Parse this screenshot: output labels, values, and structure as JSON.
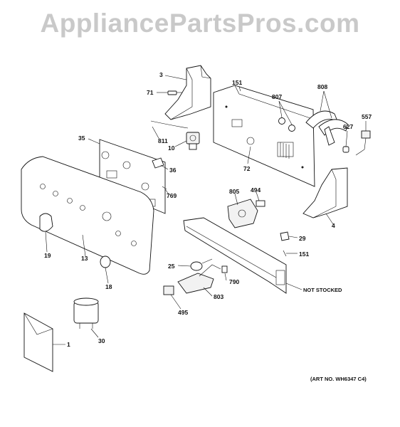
{
  "watermark": "AppliancePartsPros.com",
  "art_number": "(ART NO. WH6347 C4)",
  "callouts": {
    "c3": "3",
    "c71": "71",
    "c151a": "151",
    "c807": "807",
    "c808": "808",
    "c557": "557",
    "c627": "627",
    "c811": "811",
    "c10": "10",
    "c35": "35",
    "c36": "36",
    "c72": "72",
    "c769": "769",
    "c805": "805",
    "c494": "494",
    "c4": "4",
    "c19": "19",
    "c13": "13",
    "c29": "29",
    "c151b": "151",
    "c25": "25",
    "c18": "18",
    "c790": "790",
    "c803": "803",
    "c495": "495",
    "c30": "30",
    "c1": "1"
  },
  "not_stocked": "NOT STOCKED"
}
